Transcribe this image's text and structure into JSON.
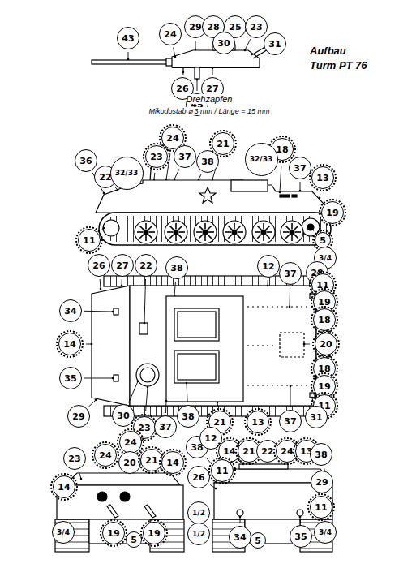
{
  "diagram": {
    "labels": [
      "43",
      "24",
      "29",
      "28",
      "25",
      "30",
      "23",
      "31",
      "26",
      "27",
      "45",
      "Aufbau",
      "Turm PT 76",
      "Drehzapfen",
      "Mikodostab ⌀ 3 mm / Länge = 15 mm",
      "24",
      "21",
      "18",
      "36",
      "23",
      "37",
      "32/33",
      "37",
      "13",
      "22",
      "32/33",
      "38",
      "19",
      "5",
      "11",
      "3/4",
      "26",
      "27",
      "22",
      "38",
      "12",
      "37",
      "28",
      "11",
      "19",
      "18",
      "20",
      "18",
      "19",
      "11",
      "34",
      "14",
      "35",
      "29",
      "30",
      "23",
      "37",
      "38",
      "21",
      "13",
      "37",
      "31",
      "24",
      "23",
      "24",
      "20",
      "21",
      "14",
      "14",
      "3/4",
      "19",
      "5",
      "19",
      "38",
      "12",
      "26",
      "1/2",
      "1/2",
      "14",
      "11",
      "21",
      "22",
      "24",
      "13",
      "38",
      "29",
      "11",
      "34",
      "5",
      "35",
      "3/4"
    ]
  }
}
